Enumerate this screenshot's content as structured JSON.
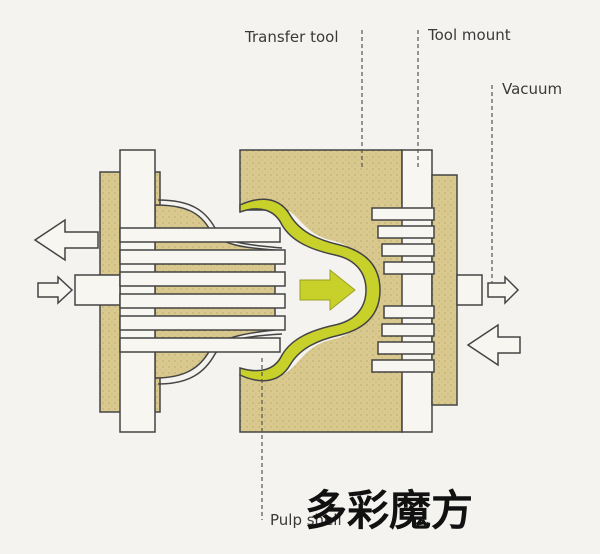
{
  "labels": {
    "transfer_tool": "Transfer tool",
    "tool_mount": "Tool mount",
    "vacuum": "Vacuum",
    "pulp_shell": "Pulp shell"
  },
  "watermark": "多彩魔方",
  "colors": {
    "tool_fill": "#d9c98e",
    "shell_yellow": "#c8d12a",
    "outline": "#444444",
    "plate": "#f7f6f0",
    "background": "#f4f3ef"
  },
  "icons": [
    "arrow-left-icon",
    "arrow-right-icon",
    "arrow-left-outline-icon",
    "arrow-right-outline-icon"
  ]
}
